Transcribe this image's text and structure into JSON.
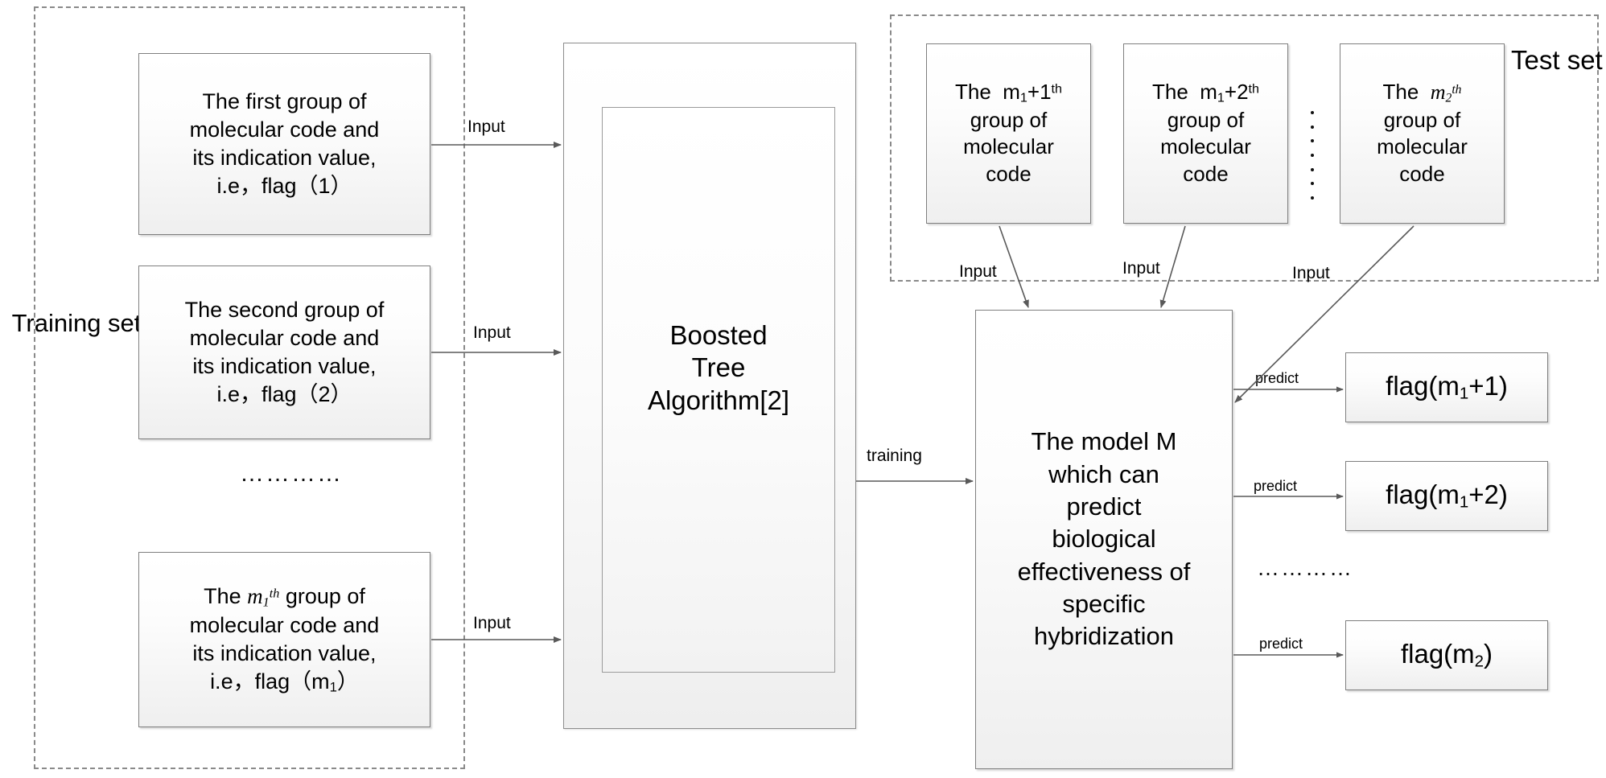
{
  "diagram": {
    "title": "Boosted tree training and prediction workflow",
    "groups": {
      "training_label": "Training set",
      "test_label": "Test set"
    },
    "training_boxes": [
      {
        "id": "train-1",
        "lines": [
          "The first group of",
          "molecular code and",
          "its indication value,",
          "i.e，flag（1）"
        ],
        "plain_text": "The first group of molecular code and its indication value, i.e，flag（1）"
      },
      {
        "id": "train-2",
        "lines": [
          "The second group of",
          "molecular code and",
          "its indication value,",
          "i.e，flag（2）"
        ],
        "plain_text": "The second group of molecular code and its indication value, i.e，flag（2）"
      },
      {
        "id": "train-n",
        "lines": [
          "The m1th group of",
          "molecular code and",
          "its indication value,",
          "i.e，flag（m1）"
        ],
        "plain_text": "The m1 th group of molecular code and its indication value, i.e，flag（m1）"
      }
    ],
    "training_ellipsis": "…………",
    "algorithm_box": {
      "lines": [
        "Boosted",
        "Tree",
        "Algorithm[2]"
      ],
      "plain_text": "Boosted Tree Algorithm[2]"
    },
    "model_box": {
      "lines": [
        "The model M",
        "which can",
        "predict",
        "biological",
        "effectiveness of",
        "specific",
        "hybridization"
      ],
      "plain_text": "The model M which can predict biological effectiveness of specific hybridization"
    },
    "test_boxes": [
      {
        "id": "test-1",
        "lines": [
          "The m1+1th",
          "group of",
          "molecular",
          "code"
        ],
        "plain_text": "The m1+1 th group of molecular code"
      },
      {
        "id": "test-2",
        "lines": [
          "The m1+2th",
          "group of",
          "molecular",
          "code"
        ],
        "plain_text": "The m1+2 th group of molecular code"
      },
      {
        "id": "test-n",
        "lines": [
          "The m2th",
          "group of",
          "molecular",
          "code"
        ],
        "plain_text": "The m2 th group of molecular code"
      }
    ],
    "output_boxes": [
      {
        "id": "out-1",
        "plain_text": "flag(m1+1)"
      },
      {
        "id": "out-2",
        "plain_text": "flag(m1+2)"
      },
      {
        "id": "out-n",
        "plain_text": "flag(m2)"
      }
    ],
    "output_ellipsis": "…………",
    "edge_labels": {
      "input": "Input",
      "training": "training",
      "predict": "predict"
    },
    "colors": {
      "box_border": "#7f7f7f",
      "box_fill_top": "#ffffff",
      "box_fill_bottom": "#efefef",
      "dashed_border": "#8a8a8a",
      "arrow": "#595959",
      "text": "#000000"
    }
  }
}
